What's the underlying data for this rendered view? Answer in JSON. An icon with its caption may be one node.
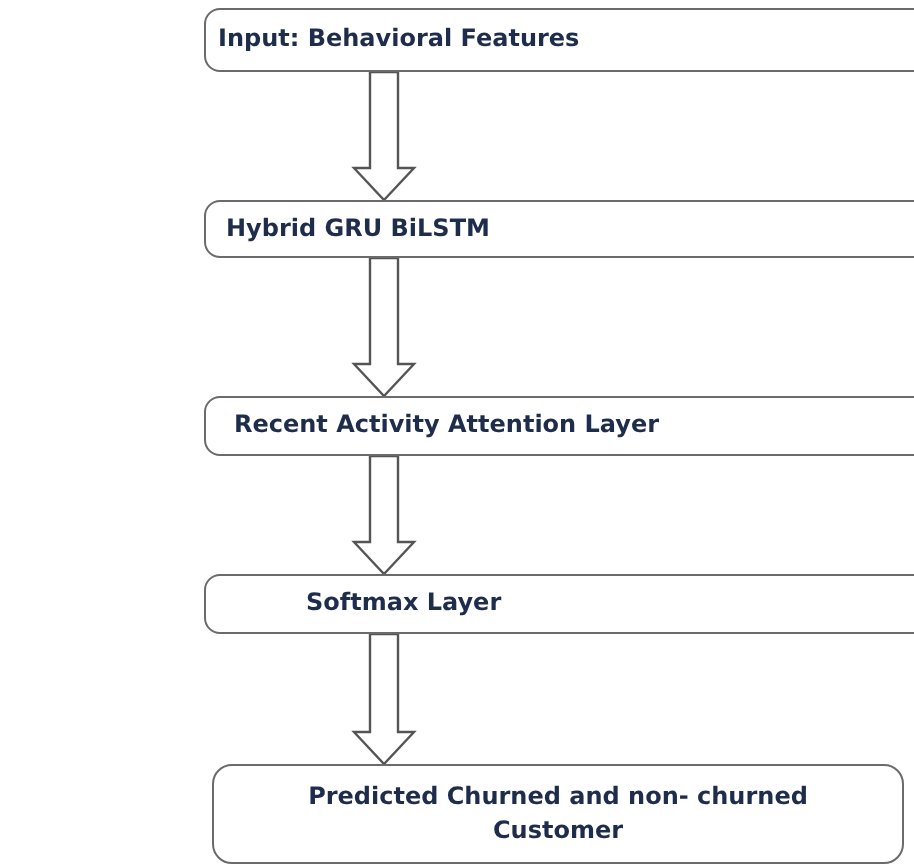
{
  "diagram": {
    "nodes": [
      {
        "text": [
          "Input: Behavioral Features"
        ]
      },
      {
        "text": [
          "Hybrid GRU BiLSTM"
        ]
      },
      {
        "text": [
          "Recent Activity Attention Layer"
        ]
      },
      {
        "text": [
          "Softmax Layer"
        ]
      },
      {
        "text": [
          "Predicted Churned and non- churned Customer"
        ]
      }
    ],
    "edges": [
      {
        "from": 0,
        "to": 1,
        "arrow": "to"
      },
      {
        "from": 1,
        "to": 2,
        "arrow": "to"
      },
      {
        "from": 2,
        "to": 3,
        "arrow": "to"
      },
      {
        "from": 3,
        "to": 4,
        "arrow": "to"
      }
    ]
  }
}
